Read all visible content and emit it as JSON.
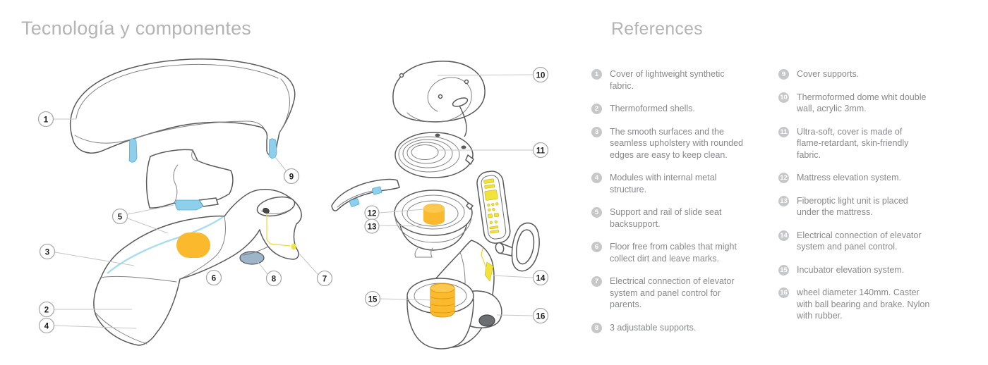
{
  "left_panel": {
    "title": "Tecnología y componentes"
  },
  "right_panel": {
    "title": "References",
    "columns": [
      {
        "items": [
          {
            "num": "1",
            "text": "Cover of lightweight synthetic\nfabric."
          },
          {
            "num": "2",
            "text": "Thermoformed shells."
          },
          {
            "num": "3",
            "text": "The smooth surfaces and the\nseamless upholstery with rounded\nedges are easy to keep clean."
          },
          {
            "num": "4",
            "text": "Modules with internal metal\nstructure."
          },
          {
            "num": "5",
            "text": "Support and rail of slide seat\nbacksupport."
          },
          {
            "num": "6",
            "text": "Floor free from cables that might\ncollect dirt and leave marks."
          },
          {
            "num": "7",
            "text": "Electrical connection of elevator\nsystem and panel control for\nparents."
          },
          {
            "num": "8",
            "text": "3 adjustable supports."
          }
        ]
      },
      {
        "items": [
          {
            "num": "9",
            "text": "Cover supports."
          },
          {
            "num": "10",
            "text": "Thermoformed dome whit double\nwall, acrylic 3mm."
          },
          {
            "num": "11",
            "text": "Ultra-soft, cover is made of\nflame-retardant, skin-friendly\nfabric."
          },
          {
            "num": "12",
            "text": "Mattress elevation system."
          },
          {
            "num": "13",
            "text": "Fiberoptic light unit is placed\nunder the mattress."
          },
          {
            "num": "14",
            "text": "Electrical connection of elevator\nsystem and panel control."
          },
          {
            "num": "15",
            "text": "Incubator elevation system."
          },
          {
            "num": "16",
            "text": "wheel diameter 140mm. Caster\nwith ball bearing and brake. Nylon\nwith rubber."
          }
        ]
      }
    ]
  },
  "diagram": {
    "callouts": [
      {
        "label": "1"
      },
      {
        "label": "2"
      },
      {
        "label": "3"
      },
      {
        "label": "4"
      },
      {
        "label": "5"
      },
      {
        "label": "6"
      },
      {
        "label": "7"
      },
      {
        "label": "8"
      },
      {
        "label": "9"
      },
      {
        "label": "10"
      },
      {
        "label": "11"
      },
      {
        "label": "12"
      },
      {
        "label": "13"
      },
      {
        "label": "14"
      },
      {
        "label": "15"
      },
      {
        "label": "16"
      }
    ],
    "colors": {
      "accent_blue": "#8ed0ec",
      "accent_orange": "#fbb92d",
      "accent_yellow": "#f2e23c",
      "outline_gray": "#58595b",
      "leader_gray": "#c5c6c8",
      "badge_gray": "#c6c7c9",
      "text_gray": "#87898b",
      "title_gray": "#b2b4b6"
    }
  }
}
